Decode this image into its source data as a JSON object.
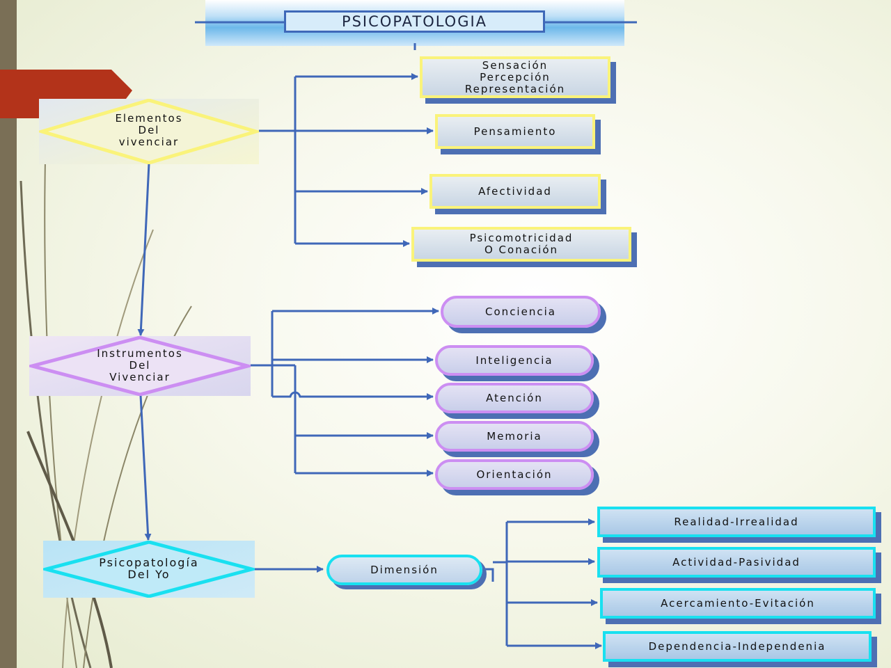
{
  "title": "PSICOPATOLOGIA",
  "groups": {
    "elementos": {
      "label": "Elementos\nDel\nvivenciar",
      "items": [
        "Sensación\nPercepción\nRepresentación",
        "Pensamiento",
        "Afectividad",
        "Psicomotricidad\nO Conación"
      ]
    },
    "instrumentos": {
      "label": "Instrumentos\nDel\nVivenciar",
      "items": [
        "Conciencia",
        "Inteligencia",
        "Atención",
        "Memoria",
        "Orientación"
      ]
    },
    "yo": {
      "label": "Psicopatología\nDel Yo",
      "dimension": "Dimensión",
      "items": [
        "Realidad-Irrealidad",
        "Actividad-Pasividad",
        "Acercamiento-Evitación",
        "Dependencia-Independenia"
      ]
    }
  },
  "colors": {
    "connector": "#3f67b8",
    "yellow_border": "#faf37a",
    "violet_border": "#cc8ef2",
    "cyan_border": "#19e0f0",
    "sidebar": "#7a6f56",
    "accent_red": "#b3331a"
  }
}
